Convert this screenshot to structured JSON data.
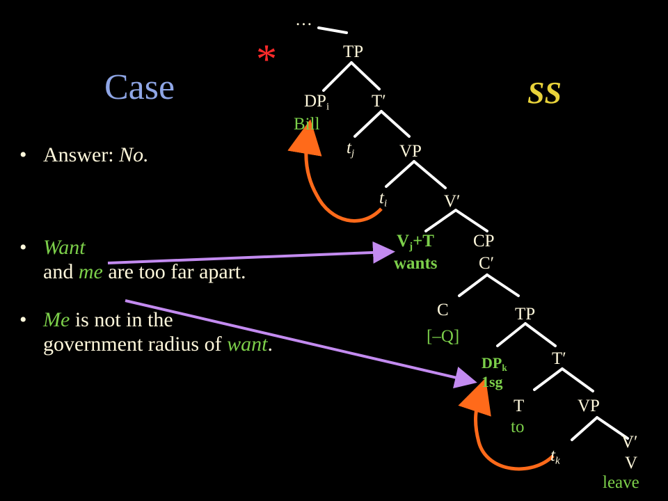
{
  "title": "Case",
  "ss_label": "SS",
  "star": "*",
  "ellipsis": "…",
  "bullets": {
    "b1_prefix": "Answer: ",
    "b1_em": "No.",
    "b2_em1": "Want",
    "b2_mid": "and ",
    "b2_em2": "me",
    "b2_rest": " are too far apart.",
    "b3_em1": "Me",
    "b3_mid": " is not in the government radius of ",
    "b3_em2": "want",
    "b3_end": "."
  },
  "tree": {
    "tp_top": "TP",
    "dp_i": "DP",
    "dp_i_sub": "i",
    "bill": "Bill",
    "t_bar_1": "T′",
    "t_j": "t",
    "t_j_sub": "j",
    "vp_1": "VP",
    "t_i": "t",
    "t_i_sub": "i",
    "v_bar_1": "V′",
    "vj_t_v": "V",
    "vj_t_sub": "j",
    "vj_t_plus": "+T",
    "wants": "wants",
    "cp": "CP",
    "c_bar": "C′",
    "c": "C",
    "neg_q": "[–Q]",
    "tp_2": "TP",
    "dp_k": "DP",
    "dp_k_sub": "k",
    "first_sg": "1sg",
    "t_bar_2": "T′",
    "t_2": "T",
    "to": "to",
    "vp_2": "VP",
    "t_k": "t",
    "t_k_sub": "k",
    "v_bar_2": "V′",
    "v_2": "V",
    "leave": "leave"
  },
  "colors": {
    "background": "#000000",
    "text": "#fff8dc",
    "title": "#8fa6e6",
    "ss": "#e8d23a",
    "highlight": "#7ccf4a",
    "star": "#ff2a2a",
    "movement_arrow": "#ff6a1a",
    "pointer_arrow": "#c38bf0"
  }
}
